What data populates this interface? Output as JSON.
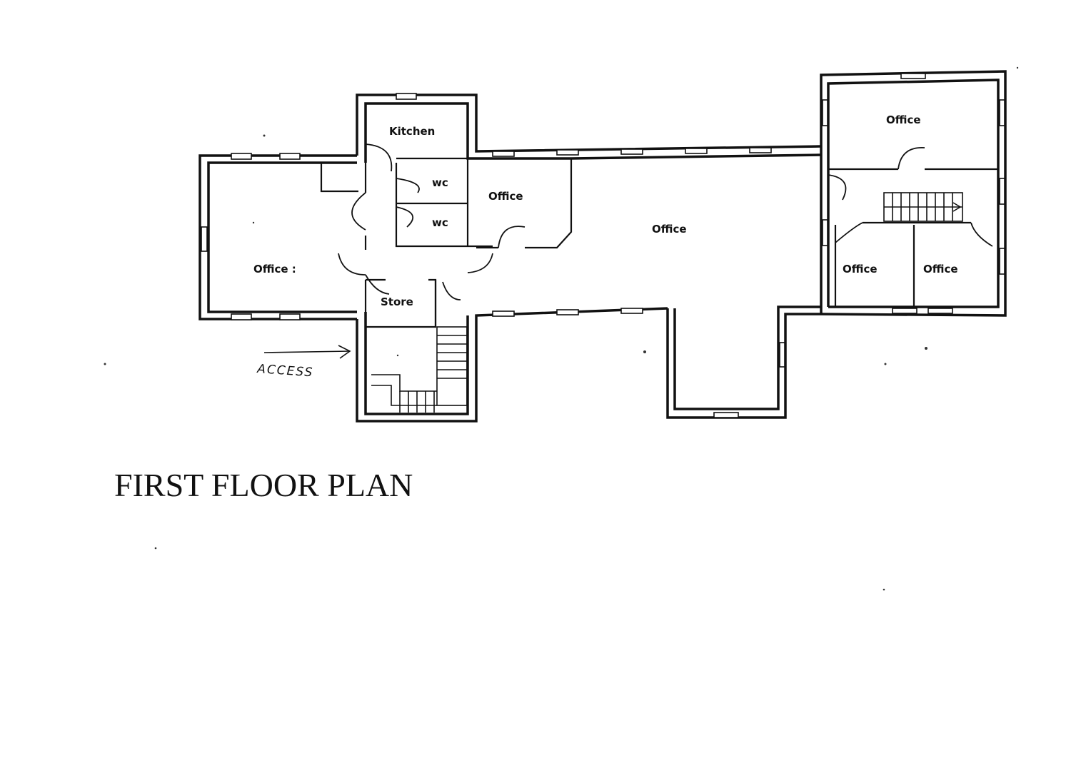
{
  "title": "FIRST FLOOR PLAN",
  "annotation": {
    "access_label": "ACCESS",
    "arrow_icon": "arrow-right"
  },
  "rooms": {
    "kitchen": "Kitchen",
    "wc_upper": "wc",
    "wc_lower": "wc",
    "store": "Store",
    "office_west": "Office :",
    "office_small": "Office",
    "office_main": "Office",
    "office_east_top": "Office",
    "office_east_left": "Office",
    "office_east_right": "Office"
  }
}
